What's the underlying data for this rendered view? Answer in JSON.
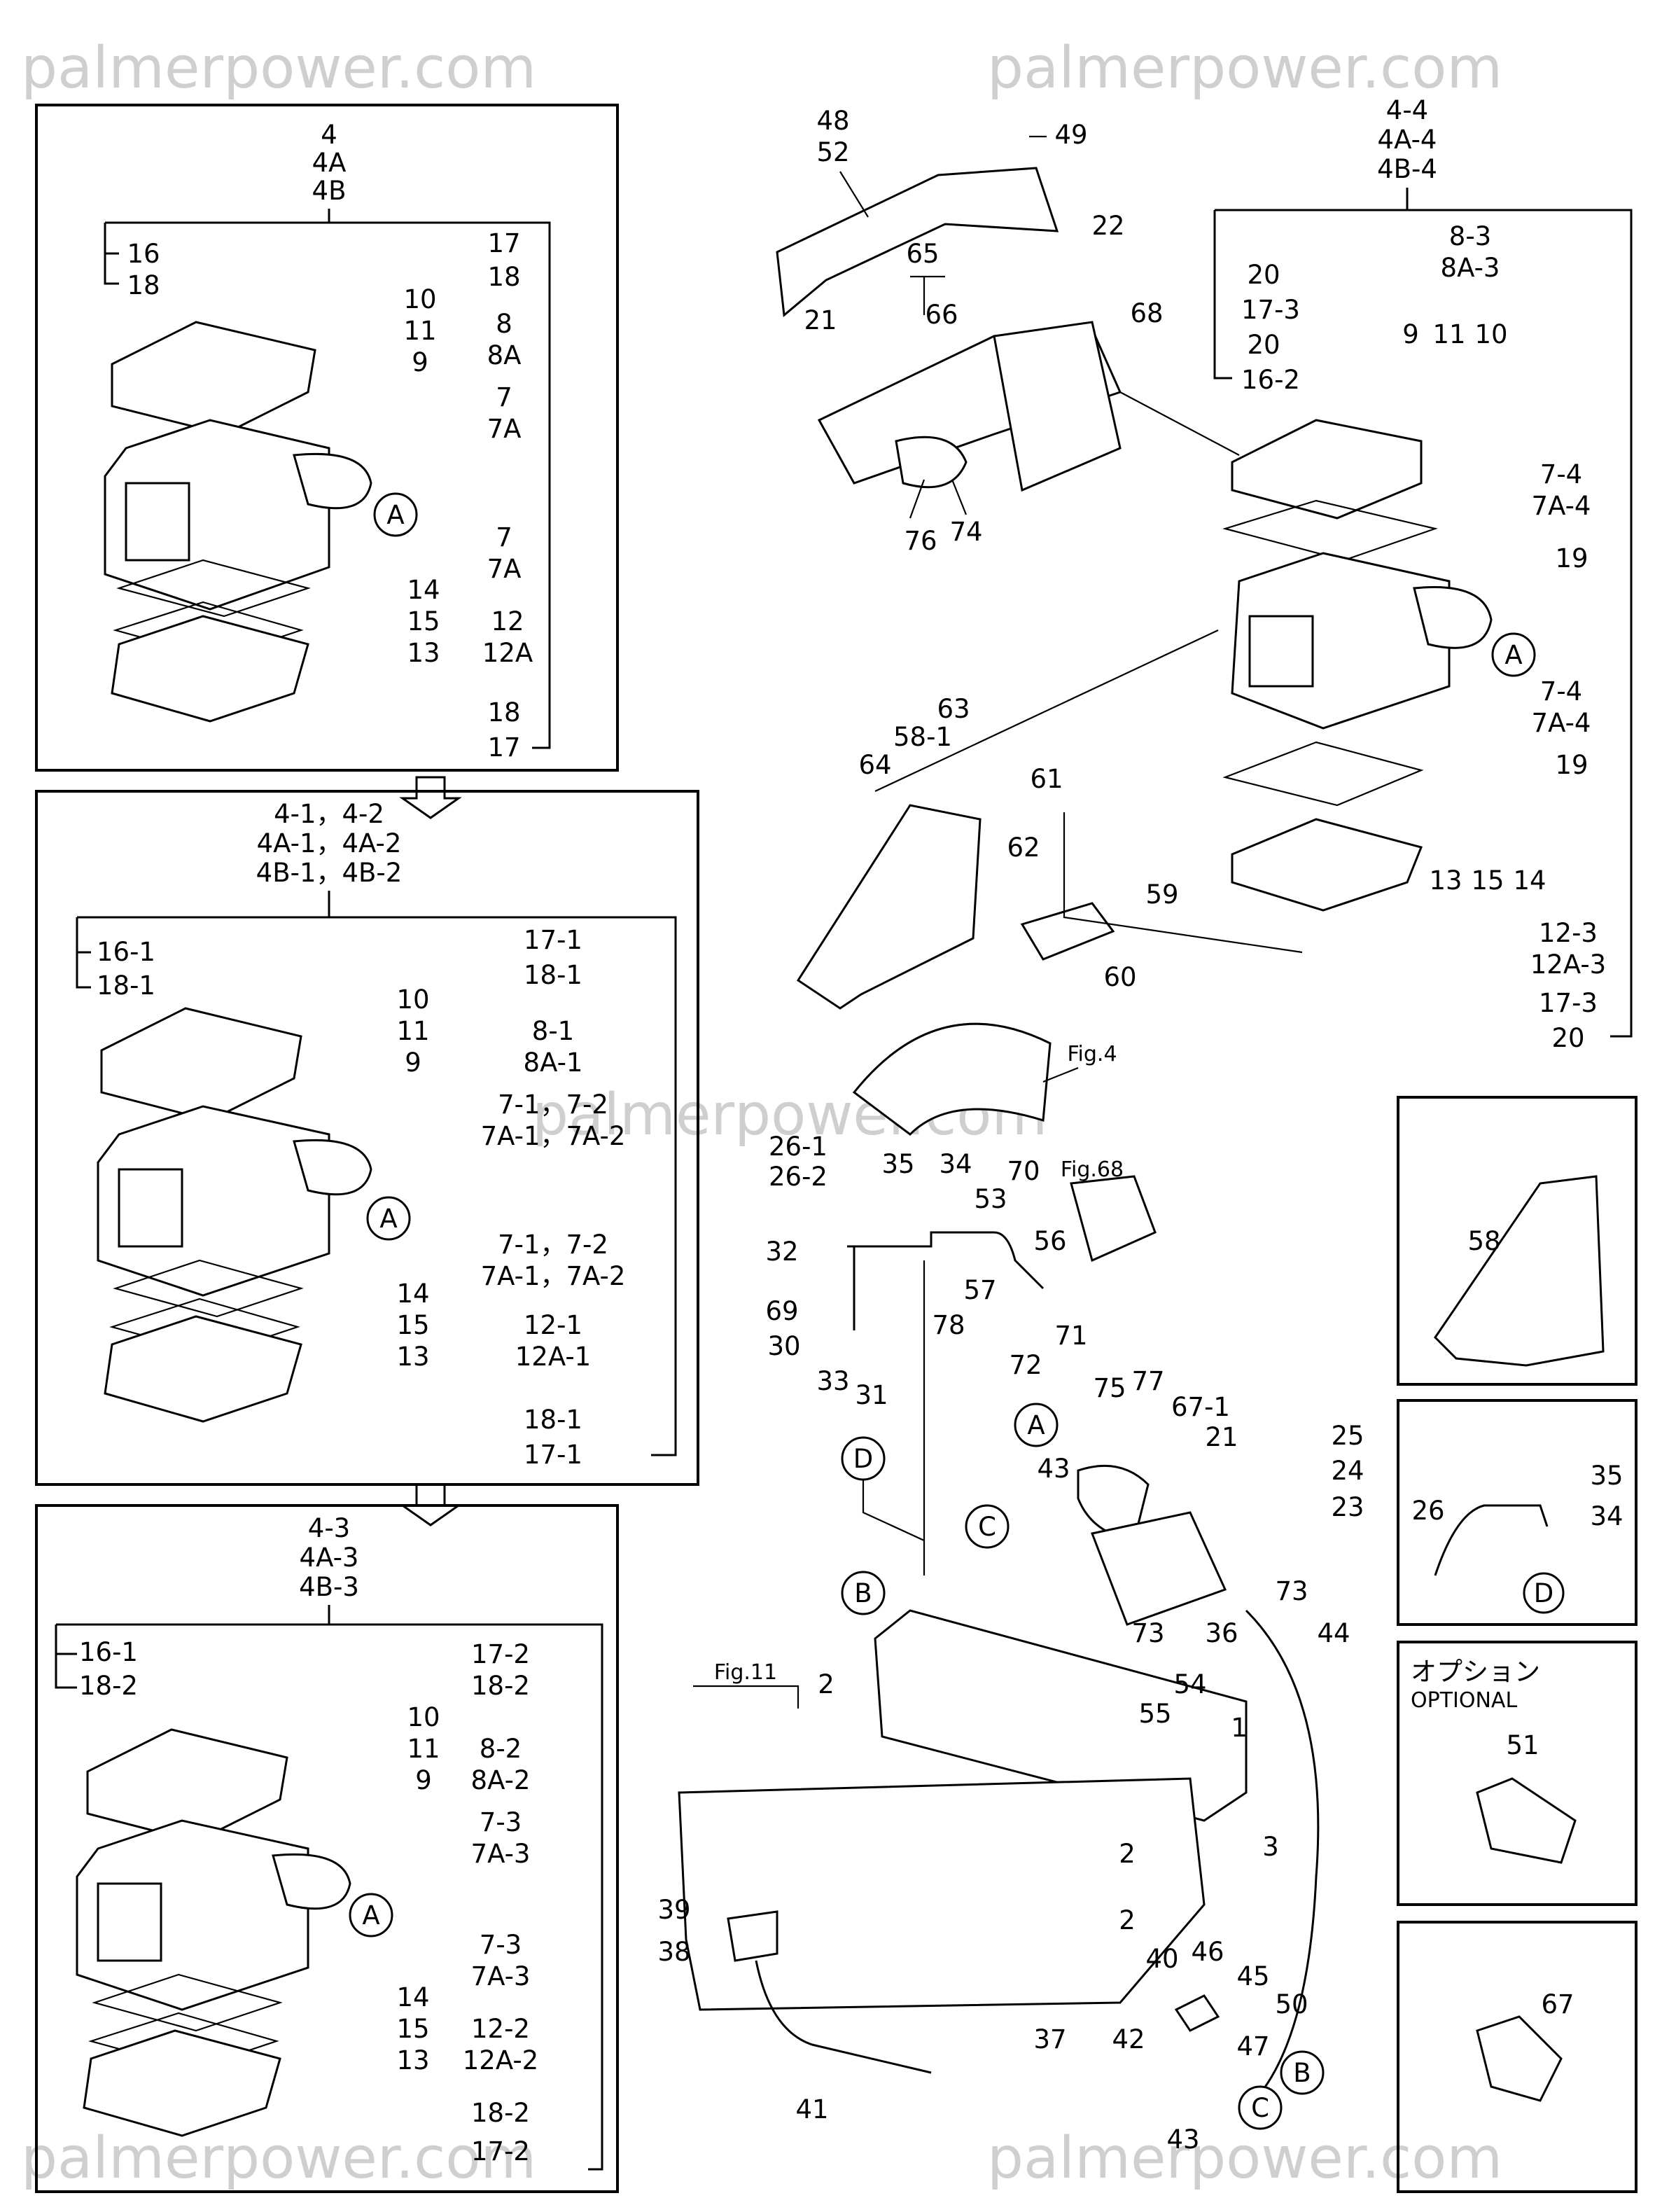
{
  "watermark": "palmerpower.com",
  "figure_captions": {
    "fig4": "Fig.4",
    "fig68": "Fig.68",
    "fig11": "Fig.11"
  },
  "optional": {
    "jp": "オプション",
    "en": "OPTIONAL"
  },
  "callout_letters": [
    "A",
    "B",
    "C",
    "D"
  ],
  "panel1": {
    "title": [
      "4",
      "4A",
      "4B"
    ],
    "left": [
      "16",
      "18"
    ],
    "right": [
      "17",
      "18",
      "10",
      "11",
      "8",
      "8A",
      "9",
      "7",
      "7A",
      "7",
      "7A",
      "14",
      "15",
      "12",
      "12A",
      "13",
      "18",
      "17"
    ]
  },
  "panel2": {
    "title": [
      "4-1，4-2",
      "4A-1，4A-2",
      "4B-1，4B-2"
    ],
    "left": [
      "16-1",
      "18-1"
    ],
    "right": [
      "17-1",
      "18-1",
      "10",
      "11",
      "8-1",
      "8A-1",
      "9",
      "7-1，7-2",
      "7A-1，7A-2",
      "7-1，7-2",
      "7A-1，7A-2",
      "14",
      "15",
      "12-1",
      "12A-1",
      "13",
      "18-1",
      "17-1"
    ]
  },
  "panel3": {
    "title": [
      "4-3",
      "4A-3",
      "4B-3"
    ],
    "left": [
      "16-1",
      "18-2"
    ],
    "right": [
      "17-2",
      "18-2",
      "10",
      "11",
      "8-2",
      "8A-2",
      "9",
      "7-3",
      "7A-3",
      "7-3",
      "7A-3",
      "14",
      "15",
      "12-2",
      "12A-2",
      "13",
      "18-2",
      "17-2"
    ]
  },
  "right_group": {
    "title": [
      "4-4",
      "4A-4",
      "4B-4"
    ],
    "labels": [
      "20",
      "17-3",
      "20",
      "16-2",
      "8-3",
      "8A-3",
      "9",
      "11",
      "10",
      "7-4",
      "7A-4",
      "19",
      "7-4",
      "7A-4",
      "19",
      "13",
      "15",
      "14",
      "12-3",
      "12A-3",
      "17-3",
      "20"
    ]
  },
  "cover_group": [
    "48",
    "52",
    "49",
    "22",
    "65",
    "66",
    "68",
    "21",
    "76",
    "74"
  ],
  "bracket_group": [
    "58-1",
    "63",
    "64",
    "61",
    "62",
    "59",
    "60"
  ],
  "pipe_group": [
    "26-1",
    "26-2",
    "35",
    "34",
    "70",
    "53",
    "56",
    "57",
    "71",
    "78",
    "72",
    "32",
    "69",
    "30",
    "33",
    "31"
  ],
  "manifold_group": [
    "75",
    "77",
    "67-1",
    "21",
    "25",
    "24",
    "23",
    "43",
    "73",
    "73",
    "36",
    "44",
    "54",
    "55",
    "1",
    "2",
    "2",
    "3",
    "39",
    "38",
    "37",
    "41",
    "40",
    "46",
    "45",
    "50",
    "42",
    "47",
    "43",
    "2"
  ],
  "inset_boxes": [
    {
      "labels": [
        "58"
      ]
    },
    {
      "labels": [
        "35",
        "34",
        "26"
      ]
    },
    {
      "labels": [
        "51"
      ]
    },
    {
      "labels": [
        "67"
      ]
    }
  ]
}
